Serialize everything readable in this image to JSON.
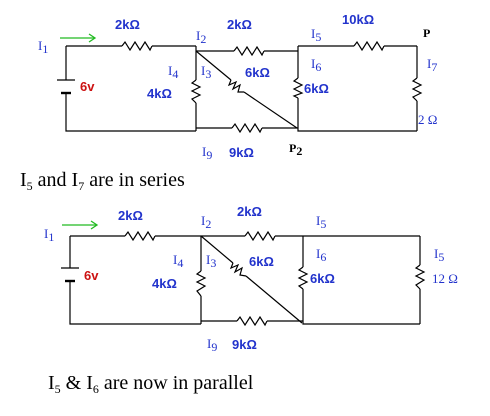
{
  "colors": {
    "label": "#2233cc",
    "source": "#cc1111",
    "arrow": "#22bb22",
    "wire": "#000000"
  },
  "circuit1": {
    "r_top_left": "2kΩ",
    "r_top_mid": "2kΩ",
    "r_top_right": "10kΩ",
    "r_vert_left": "4kΩ",
    "r_diag": "6kΩ",
    "r_vert_mid": "6kΩ",
    "r_bottom": "9kΩ",
    "r_right": "2 Ω",
    "source": "6v",
    "node_p": "P",
    "node_p2": "P",
    "node_p2_sub": "2",
    "i1": "1",
    "i2": "2",
    "i3": "3",
    "i4": "4",
    "i5": "5",
    "i6": "6",
    "i7": "7",
    "i9": "9"
  },
  "caption1": {
    "a": "5",
    "mid": " and I",
    "b": "7",
    "tail": " are in series"
  },
  "circuit2": {
    "r_top_left": "2kΩ",
    "r_top_mid": "2kΩ",
    "r_vert_left": "4kΩ",
    "r_diag": "6kΩ",
    "r_vert_mid": "6kΩ",
    "r_bottom": "9kΩ",
    "r_right": "12 Ω",
    "source": "6v",
    "i1": "1",
    "i2": "2",
    "i3": "3",
    "i4": "4",
    "i5a": "5",
    "i6": "6",
    "i5b": "5",
    "i9": "9"
  },
  "caption2": {
    "a": "5",
    "mid": " & I",
    "b": "6",
    "tail": " are now in parallel"
  }
}
